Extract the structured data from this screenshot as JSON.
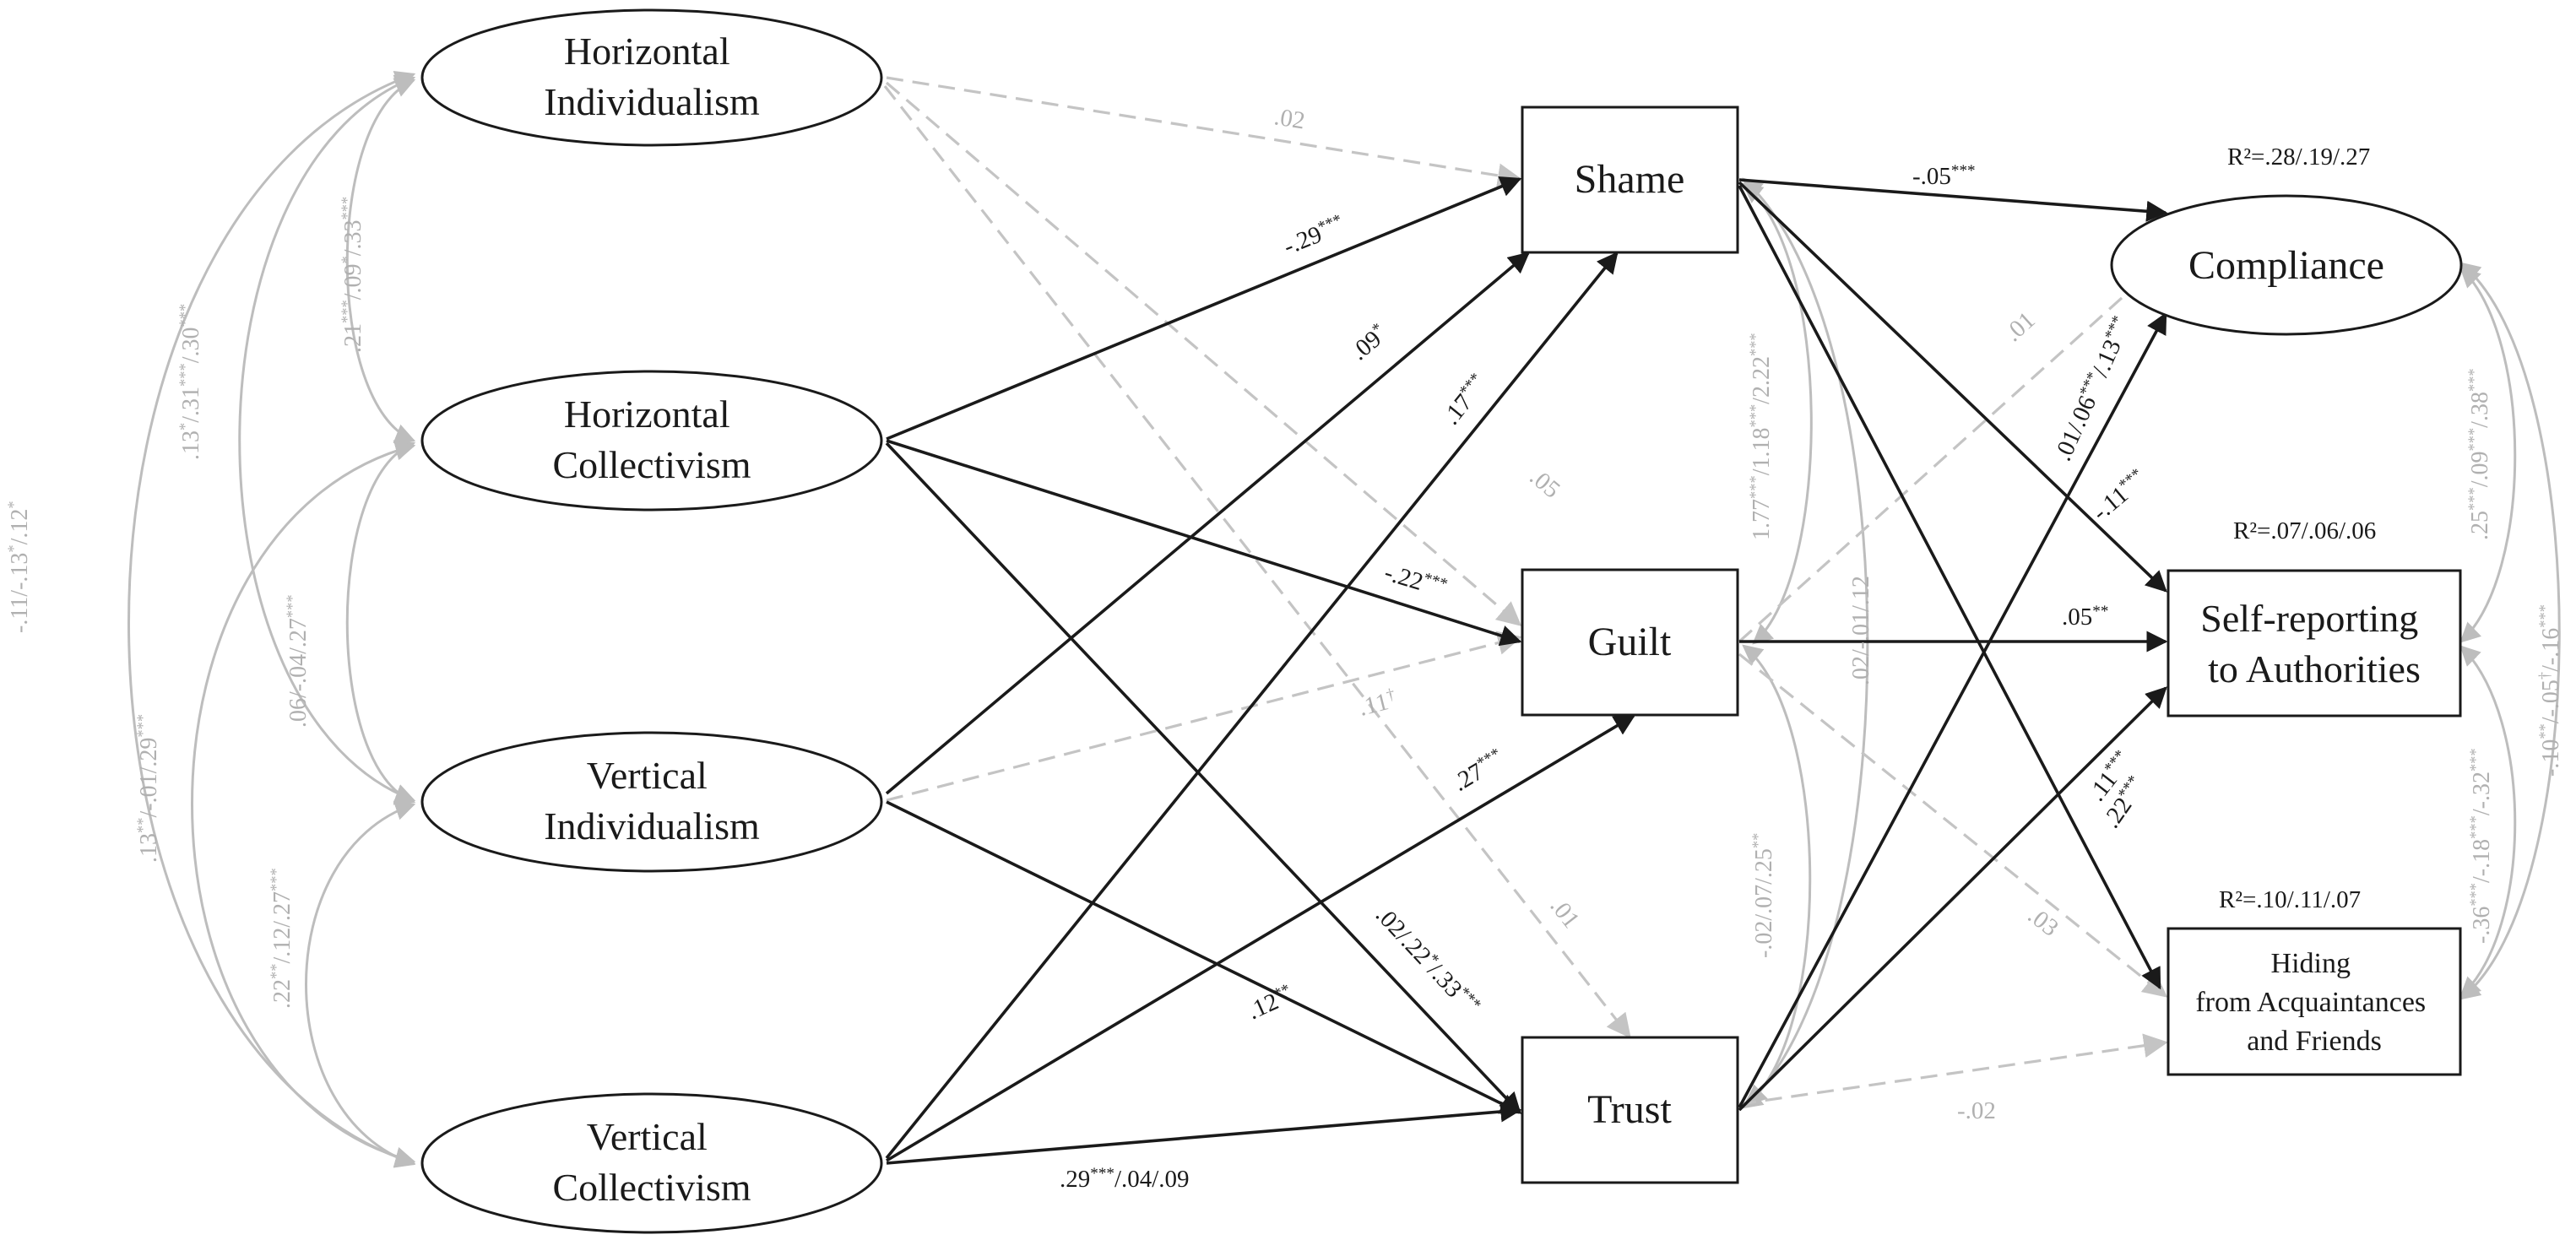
{
  "nodes": {
    "hi": {
      "lines": [
        "Horizontal",
        "Individualism"
      ]
    },
    "hc": {
      "lines": [
        "Horizontal",
        "Collectivism"
      ]
    },
    "vi": {
      "lines": [
        "Vertical",
        "Individualism"
      ]
    },
    "vc": {
      "lines": [
        "Vertical",
        "Collectivism"
      ]
    },
    "shame": {
      "lines": [
        "Shame"
      ]
    },
    "guilt": {
      "lines": [
        "Guilt"
      ]
    },
    "trust": {
      "lines": [
        "Trust"
      ]
    },
    "compliance": {
      "lines": [
        "Compliance"
      ]
    },
    "selfreport": {
      "lines": [
        "Self-reporting",
        "to Authorities"
      ]
    },
    "hiding": {
      "lines": [
        "Hiding",
        "from Acquaintances",
        "and Friends"
      ]
    }
  },
  "r_squared": {
    "compliance": "R²=.28/.19/.27",
    "selfreport": "R²=.07/.06/.06",
    "hiding": "R²=.10/.11/.07"
  },
  "paths": {
    "hi_shame": ".02",
    "hi_guilt": ".05",
    "hi_trust": ".01",
    "hc_shame": "-.29***",
    "hc_guilt": "-.22***",
    "hc_trust": ".02/.22*/.33***",
    "vi_shame": ".09*",
    "vi_guilt": ".11†",
    "vi_trust": ".12**",
    "vc_shame": ".17***",
    "vc_guilt": ".27***",
    "vc_trust": ".29***/.04/.09",
    "shame_compliance": "-.05***",
    "shame_selfreport": "-.11***",
    "shame_hiding": ".22***",
    "guilt_compliance": ".01",
    "guilt_selfreport": ".05**",
    "guilt_hiding": ".03",
    "trust_compliance": ".01/.06***/.13***",
    "trust_selfreport": ".11***",
    "trust_hiding": "-.02"
  },
  "correlations": {
    "hi_hc": ".21***/.09*/.33***",
    "hi_vi": ".13*/.31***/.30***",
    "hi_vc": "-.11/-.13*/.12*",
    "hc_vi": ".06/-.04/.27***",
    "hc_vc": ".13**/-.01/.29***",
    "vi_vc": ".22**/.12/.27***",
    "shame_guilt": "1.77***/1.18***/2.22***",
    "shame_trust": ".02/-.01/.12",
    "guilt_trust": "-.02/.07/.25**",
    "compliance_selfreport": ".25***/.09***/.38***",
    "compliance_hiding": "-.10**/-.05†/-.16***",
    "selfreport_hiding": "-.36***/-.18***/-.32***"
  },
  "colors": {
    "significant": "#1a1a1a",
    "nonsignificant": "#c4c4c4",
    "correlation": "#bdbdbd",
    "label_gray": "#b0b0b0"
  }
}
